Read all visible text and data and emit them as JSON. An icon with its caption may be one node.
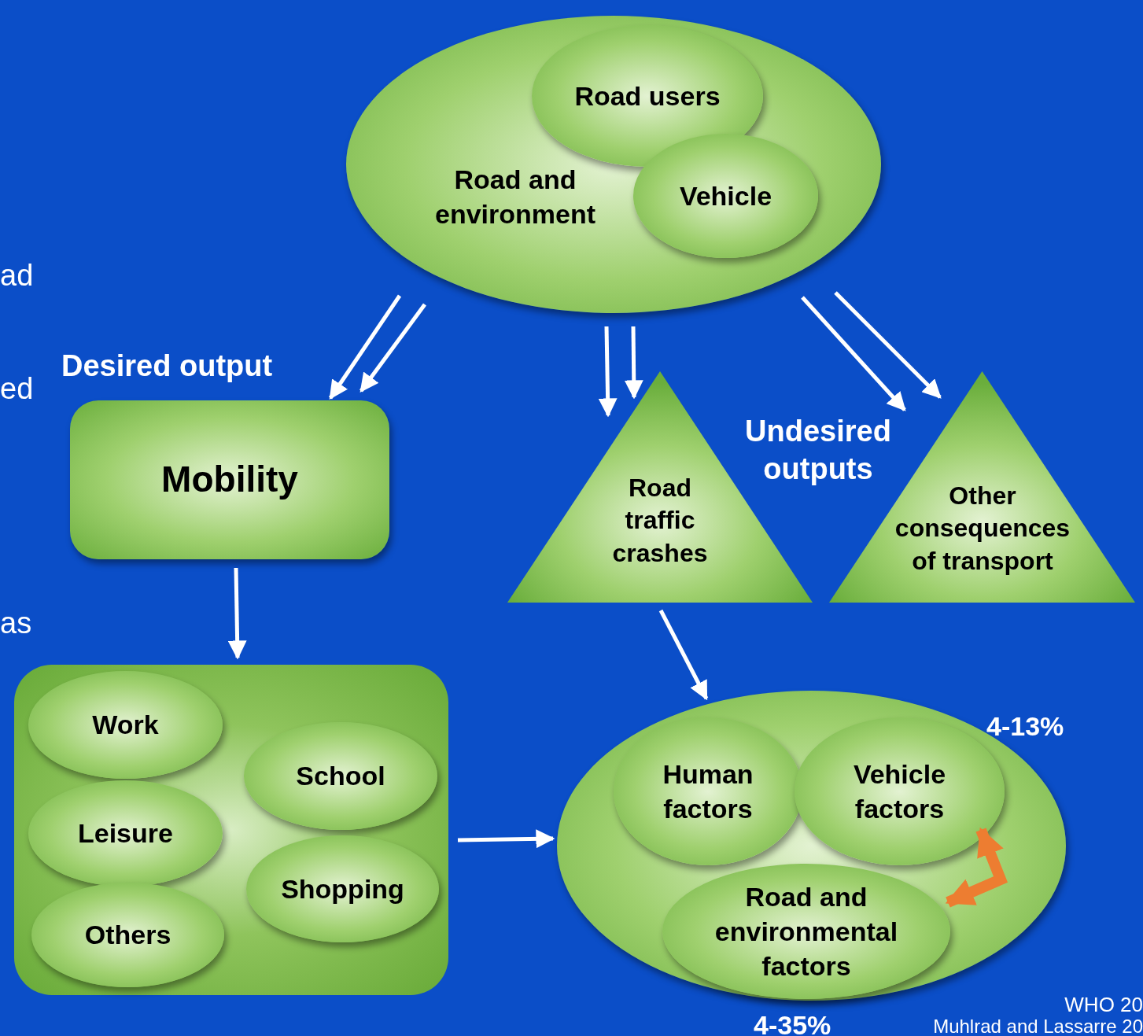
{
  "diagram": {
    "nodes": [
      {
        "text": [
          "Road and environment"
        ]
      },
      {
        "text": [
          "Road users"
        ],
        "in": 0
      },
      {
        "text": [
          "Vehicle"
        ],
        "in": 0
      },
      {
        "text": [
          "Mobility"
        ],
        "beside": [
          "Desired output"
        ]
      },
      {
        "text": [
          "Road traffic crashes"
        ]
      },
      {
        "text": [
          "Other consequences of transport"
        ]
      },
      {
        "text": [],
        "shape": "box"
      },
      {
        "text": [
          "Work"
        ],
        "in": 6
      },
      {
        "text": [
          "Leisure"
        ],
        "in": 6
      },
      {
        "text": [
          "Others"
        ],
        "in": 6
      },
      {
        "text": [
          "School"
        ],
        "in": 6
      },
      {
        "text": [
          "Shopping"
        ],
        "in": 6
      },
      {
        "text": [],
        "shape": "ellipse"
      },
      {
        "text": [
          "Human factors"
        ],
        "in": 12
      },
      {
        "text": [
          "Vehicle factors"
        ],
        "in": 12
      },
      {
        "text": [
          "Road and environmental factors"
        ],
        "in": 12
      }
    ],
    "edges": [
      {
        "from": 0,
        "to": 3,
        "arrow": "to"
      },
      {
        "from": 0,
        "to": 3,
        "arrow": "to"
      },
      {
        "from": 0,
        "to": 4,
        "arrow": "to"
      },
      {
        "from": 0,
        "to": 4,
        "arrow": "to"
      },
      {
        "from": 0,
        "to": 5,
        "arrow": "to"
      },
      {
        "from": 0,
        "to": 5,
        "arrow": "to"
      },
      {
        "from": 3,
        "to": 6,
        "arrow": "to"
      },
      {
        "from": 4,
        "to": 12,
        "arrow": "to"
      },
      {
        "from": 6,
        "to": 12,
        "arrow": "to"
      },
      {
        "from": 14,
        "to": 15,
        "arrow": "both",
        "style": "thick",
        "color": "#ed7d31"
      }
    ],
    "labels": [
      "ad",
      "ed",
      "Undesired outputs",
      "as",
      "4-13%",
      "WHO 20",
      "4-35%",
      "Muhlrad and Lassarre 20"
    ]
  }
}
